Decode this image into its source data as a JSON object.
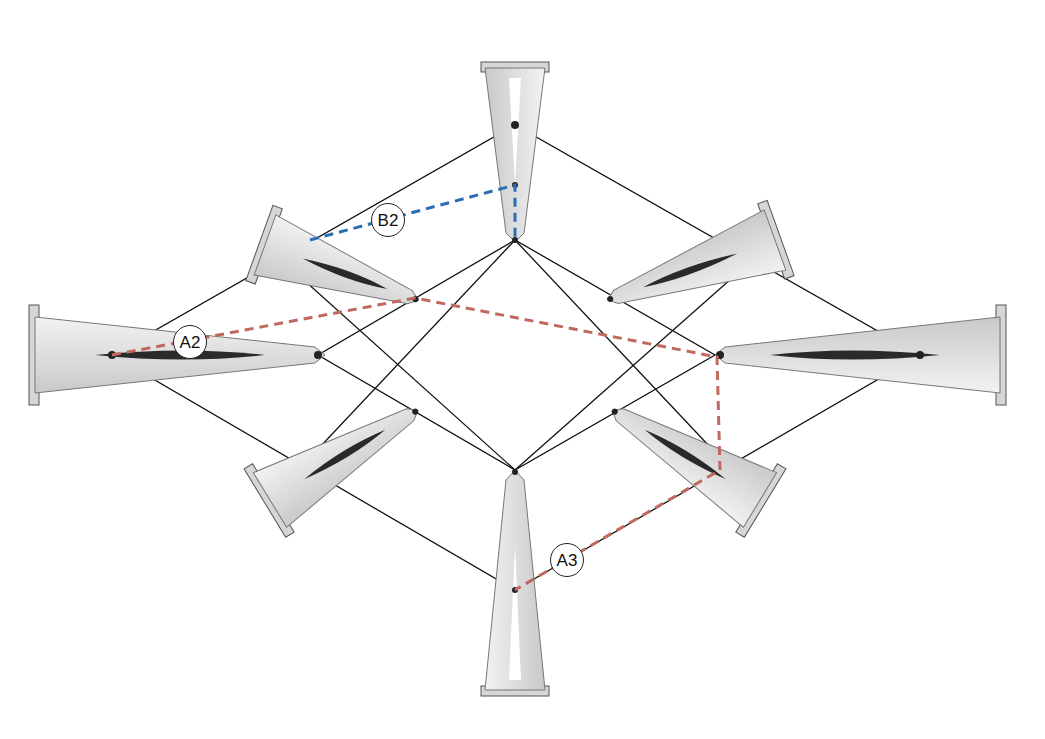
{
  "diagram": {
    "nodes": [
      {
        "text": [
          "B2"
        ]
      },
      {
        "text": [
          "A2"
        ]
      },
      {
        "text": [
          "A3"
        ]
      }
    ]
  }
}
